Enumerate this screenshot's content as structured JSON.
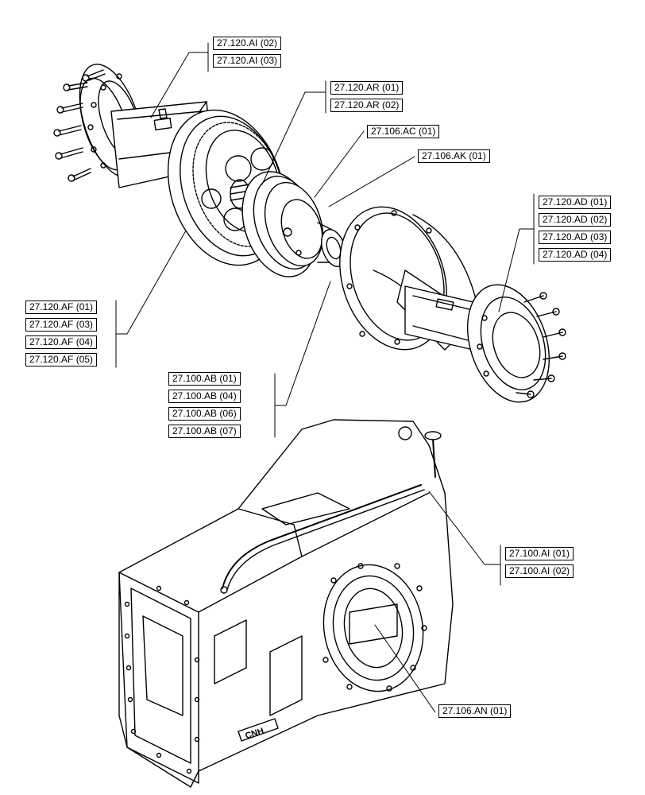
{
  "callouts": {
    "ai": [
      "27.120.AI (02)",
      "27.120.AI (03)"
    ],
    "ar": [
      "27.120.AR (01)",
      "27.120.AR (02)"
    ],
    "ac": [
      "27.106.AC (01)"
    ],
    "ak": [
      "27.106.AK (01)"
    ],
    "ad": [
      "27.120.AD (01)",
      "27.120.AD (02)",
      "27.120.AD (03)",
      "27.120.AD (04)"
    ],
    "af": [
      "27.120.AF (01)",
      "27.120.AF (03)",
      "27.120.AF (04)",
      "27.120.AF (05)"
    ],
    "ab": [
      "27.100.AB (01)",
      "27.100.AB (04)",
      "27.100.AB (06)",
      "27.100.AB (07)"
    ],
    "al": [
      "27.100.AI (01)",
      "27.100.AI (02)"
    ],
    "an": [
      "27.106.AN (01)"
    ]
  },
  "housing_brand": "CNH",
  "icons": [
    "cnh-logo"
  ]
}
